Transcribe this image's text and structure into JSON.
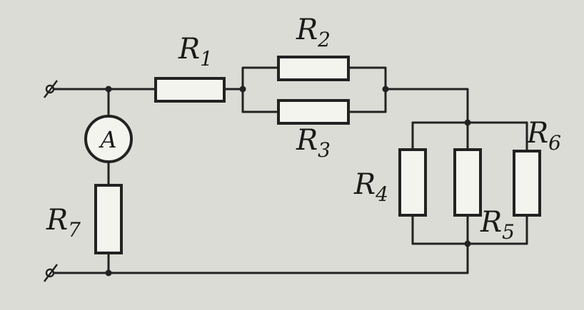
{
  "labels": {
    "r1": {
      "main": "R",
      "sub": "1"
    },
    "r2": {
      "main": "R",
      "sub": "2"
    },
    "r3": {
      "main": "R",
      "sub": "3"
    },
    "r4": {
      "main": "R",
      "sub": "4"
    },
    "r5": {
      "main": "R",
      "sub": "5"
    },
    "r6": {
      "main": "R",
      "sub": "6"
    },
    "r7": {
      "main": "R",
      "sub": "7"
    }
  },
  "meter": {
    "symbol": "A"
  },
  "terminals": {
    "top": "ø",
    "bottom": "ø"
  }
}
